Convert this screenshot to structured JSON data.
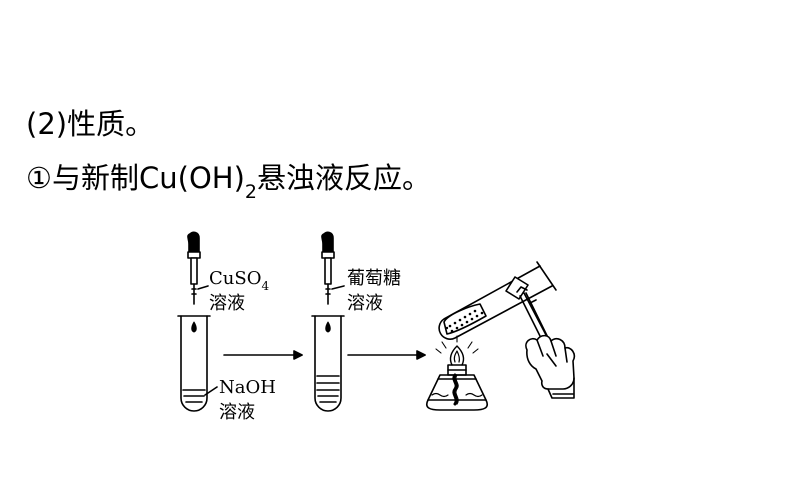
{
  "heading": "(2)性质。",
  "item": {
    "prefix": "①与新制Cu(OH)",
    "subscript": "2",
    "suffix": "悬浊液反应。"
  },
  "labels": {
    "cuso4_formula": "CuSO",
    "cuso4_sub": "4",
    "cuso4_solution": "溶液",
    "glucose": "葡萄糖",
    "glucose_solution": "溶液",
    "naoh_formula": "NaOH",
    "naoh_solution": "溶液"
  }
}
